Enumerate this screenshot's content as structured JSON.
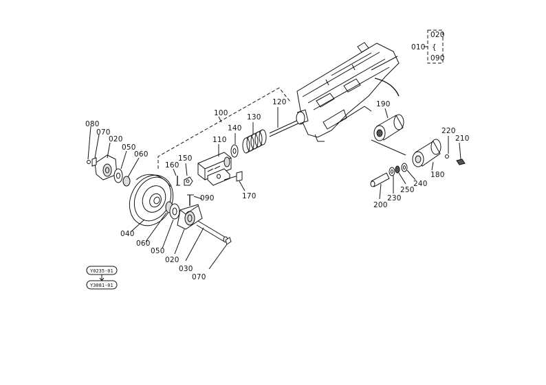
{
  "parts": {
    "p080": "080",
    "p070a": "070",
    "p020a": "020",
    "p050a": "050",
    "p060a": "060",
    "p100": "100",
    "p120": "120",
    "p130": "130",
    "p140": "140",
    "p110": "110",
    "p150": "150",
    "p160": "160",
    "p170": "170",
    "p090": "090",
    "p040": "040",
    "p060b": "060",
    "p050b": "050",
    "p020b": "020",
    "p030": "030",
    "p070b": "070",
    "p190": "190",
    "p220": "220",
    "p210": "210",
    "p180": "180",
    "p240": "240",
    "p250": "250",
    "p230": "230",
    "p200": "200"
  },
  "legend": {
    "parent": "010",
    "range_start": "020",
    "range_sep": "{",
    "range_end": "090"
  },
  "codes": {
    "code1": "Y0235-01",
    "code2": "Y3081-01"
  }
}
